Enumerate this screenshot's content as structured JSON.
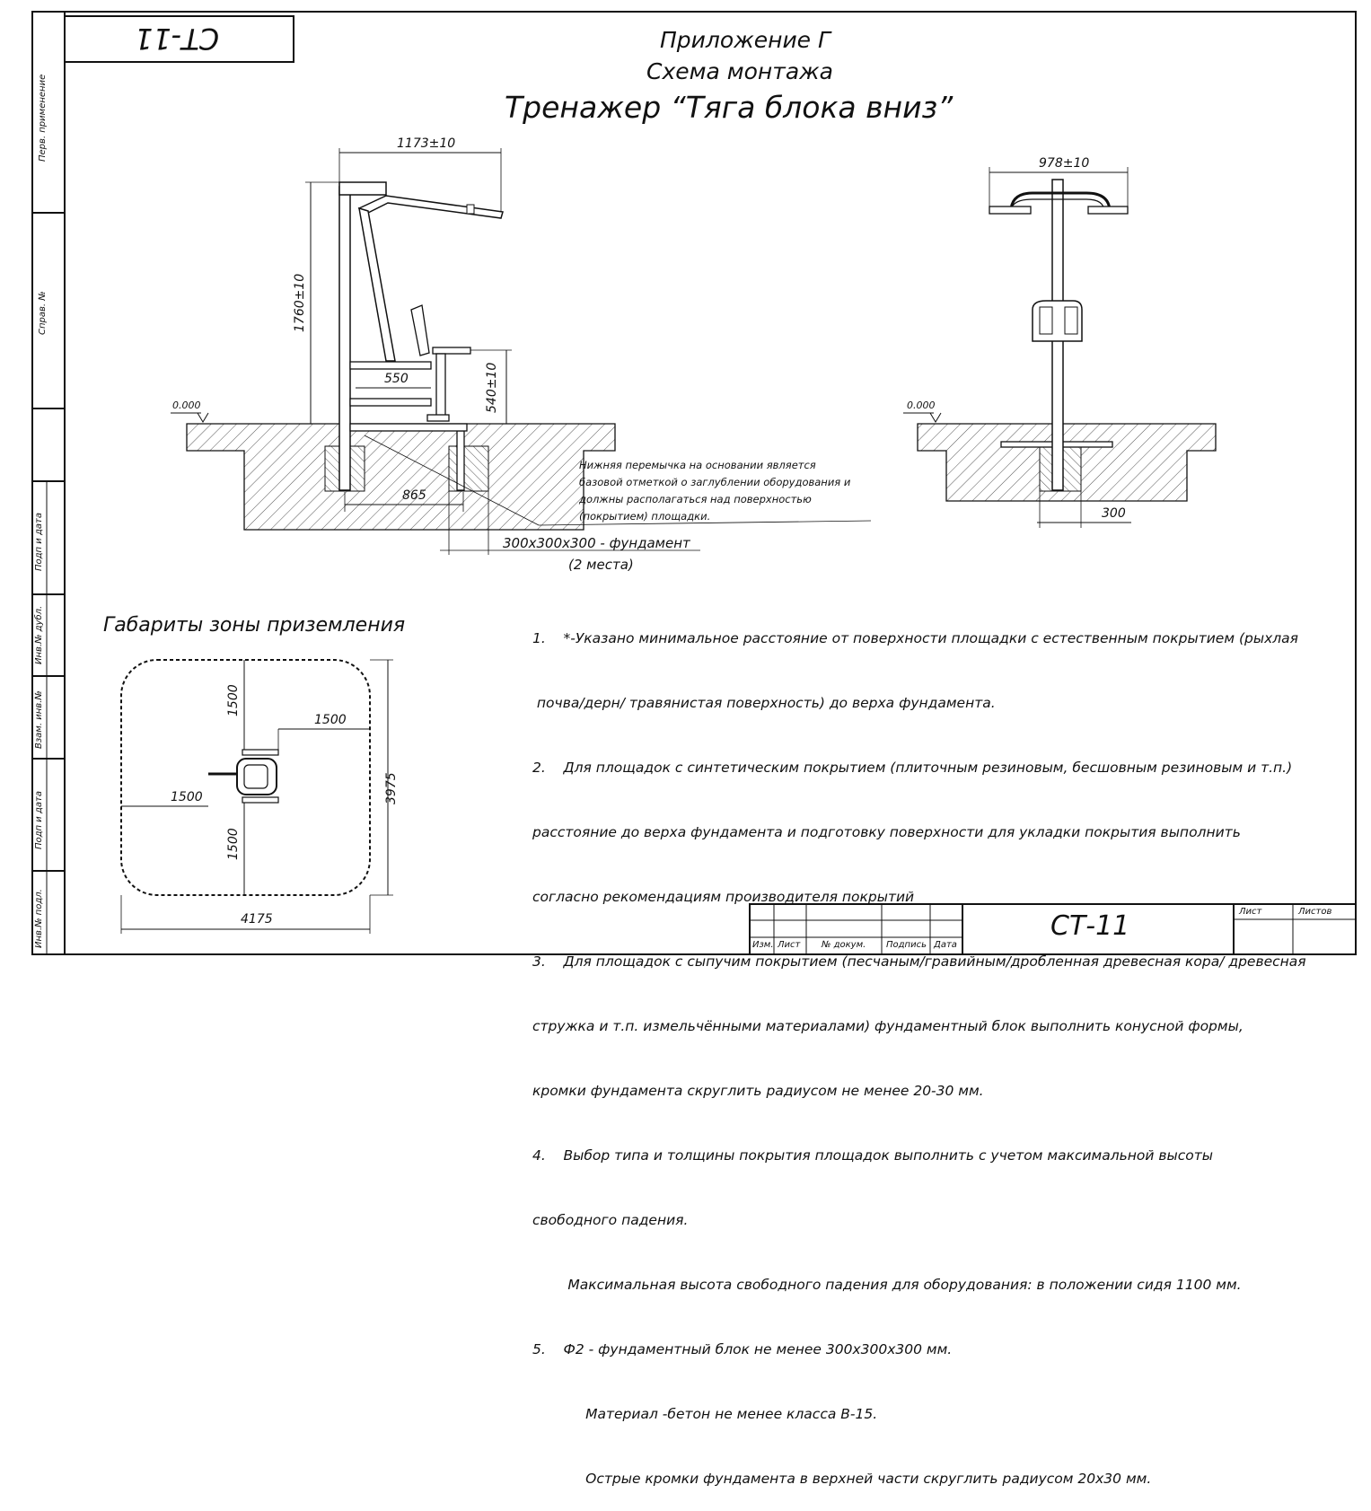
{
  "stamp_code": "СТ-11",
  "header": {
    "line1": "Приложение Г",
    "line2": "Схема монтажа",
    "line3": "Тренажер “Тяга блока вниз”"
  },
  "side_labels": {
    "perv": "Перв. применение",
    "sprav": "Справ. №",
    "podp1": "Подп и дата",
    "inv_dubl": "Инв.№ дубл.",
    "vzam": "Взам. инв.№",
    "podp2": "Подп и дата",
    "inv_podl": "Инв.№ подл."
  },
  "side_view": {
    "width_dim": "1173±10",
    "height_dim": "1760±10",
    "seat_dim": "550",
    "seat_height_dim": "540±10",
    "base_dim": "865",
    "zero_mark": "0.000",
    "foundation": "300х300х300 - фундамент",
    "foundation_count": "(2 места)",
    "callout": [
      "Нижняя перемычка на основании является",
      "базовой отметкой о заглублении оборудования и",
      "должны располагаться над поверхностью",
      "(покрытием) площадки."
    ]
  },
  "front_view": {
    "width_dim": "978±10",
    "zero_mark": "0.000",
    "base_dim": "300"
  },
  "zone": {
    "title": "Габариты зоны приземления",
    "top": "1500",
    "right": "1500",
    "left": "1500",
    "bottom": "1500",
    "height": "3975",
    "width": "4175"
  },
  "notes": [
    "1.    *-Указано минимальное расстояние от поверхности площадки с естественным покрытием (рыхлая",
    " почва/дерн/ травянистая поверхность) до верха фундамента.",
    "2.    Для площадок с синтетическим покрытием (плиточным резиновым, бесшовным резиновым и т.п.)",
    "расстояние до верха фундамента и подготовку поверхности для укладки покрытия выполнить",
    "согласно рекомендациям производителя покрытий",
    "3.    Для площадок с сыпучим покрытием (песчаным/гравийным/дробленная древесная кора/ древесная",
    "стружка и т.п. измельчёнными материалами) фундаментный блок выполнить конусной формы,",
    "кромки фундамента скруглить радиусом не менее 20-30 мм.",
    "4.    Выбор типа и толщины покрытия площадок выполнить с учетом максимальной высоты",
    "свободного падения.",
    "        Максимальная высота свободного падения для оборудования: в положении сидя 1100 мм.",
    "5.    Ф2 - фундаментный блок не менее 300х300х300 мм.",
    "            Материал -бетон не менее класса В-15.",
    "            Острые кромки фундамента в верхней части скруглить радиусом 20х30 мм."
  ],
  "title_block": {
    "izm": "Изм.",
    "list": "Лист",
    "nom": "№ докум.",
    "podpis": "Подпись",
    "data": "Дата",
    "code": "СТ-11",
    "list2": "Лист",
    "listov": "Листов"
  }
}
